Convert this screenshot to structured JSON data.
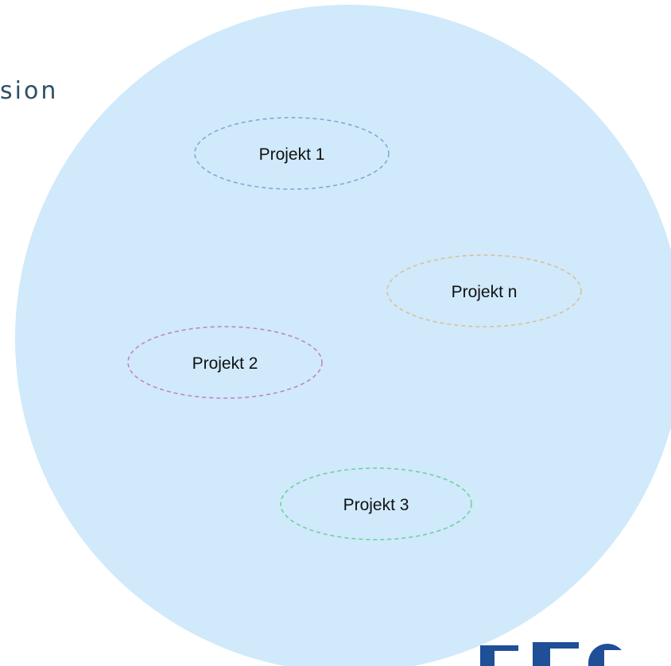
{
  "title_fragment": "sion",
  "colors": {
    "circle_fill": "#d0e9fb",
    "title_text": "#2f4f66",
    "logo": "#1f4f97"
  },
  "projects": [
    {
      "label": "Projekt 1",
      "border_color": "#7aa7cf"
    },
    {
      "label": "Projekt n",
      "border_color": "#d8c08e"
    },
    {
      "label": "Projekt 2",
      "border_color": "#c17fc2"
    },
    {
      "label": "Projekt 3",
      "border_color": "#6ccf94"
    }
  ],
  "logo": {
    "text": "EFC"
  }
}
